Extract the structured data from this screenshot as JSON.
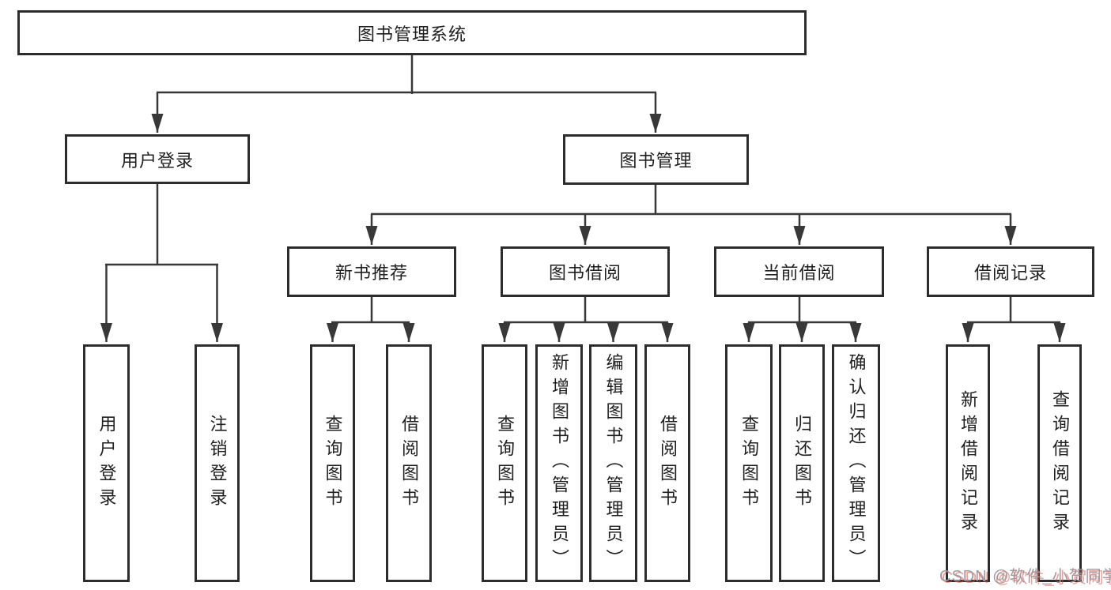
{
  "tree": {
    "label": "图书管理系统",
    "children": [
      {
        "label": "用户登录",
        "children": [
          {
            "label": "用户登录"
          },
          {
            "label": "注销登录"
          }
        ]
      },
      {
        "label": "图书管理",
        "children": [
          {
            "label": "新书推荐",
            "children": [
              {
                "label": "查询图书"
              },
              {
                "label": "借阅图书"
              }
            ]
          },
          {
            "label": "图书借阅",
            "children": [
              {
                "label": "查询图书"
              },
              {
                "label": "新增图书（管理员）"
              },
              {
                "label": "编辑图书（管理员）"
              },
              {
                "label": "借阅图书"
              }
            ]
          },
          {
            "label": "当前借阅",
            "children": [
              {
                "label": "查询图书"
              },
              {
                "label": "归还图书"
              },
              {
                "label": "确认归还（管理员）"
              }
            ]
          },
          {
            "label": "借阅记录",
            "children": [
              {
                "label": "新增借阅记录"
              },
              {
                "label": "查询借阅记录"
              }
            ]
          }
        ]
      }
    ]
  },
  "watermark": {
    "text": "CSDN @软件_小贺同学"
  },
  "colors": {
    "line": "#383838",
    "box_border": "#2c2c2c",
    "watermark_gray": "#9b9ba3",
    "watermark_red": "#ec4c3f"
  }
}
